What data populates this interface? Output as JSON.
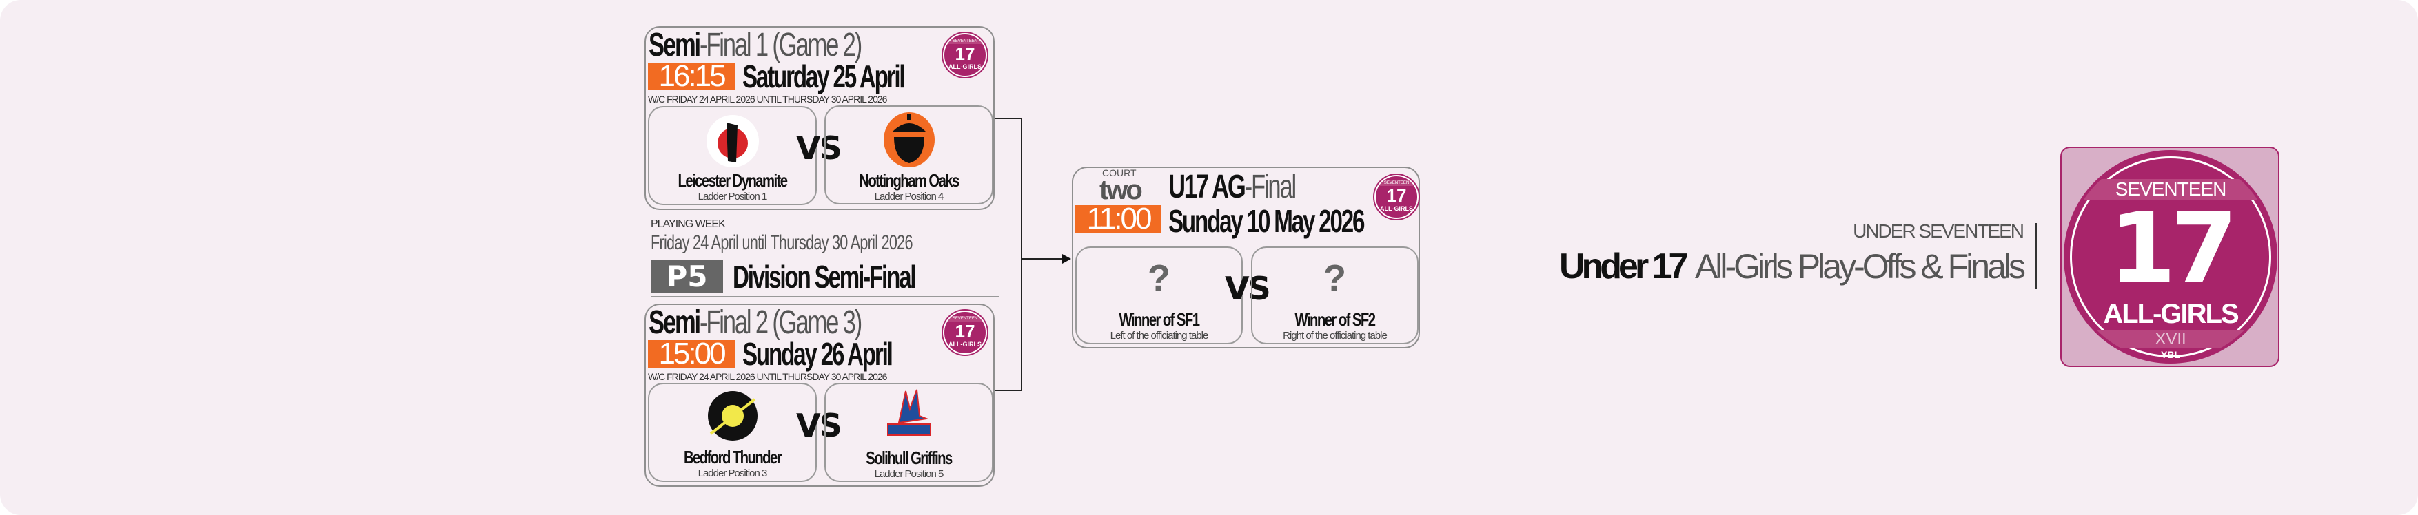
{
  "semi1": {
    "title_bold": "Semi",
    "title_light": "-Final 1 (Game 2)",
    "time": "16:15",
    "date": "Saturday 25 April",
    "week": "W/C FRIDAY 24 APRIL 2026 UNTIL THURSDAY 30 APRIL 2026",
    "home": {
      "name": "Leicester Dynamite",
      "position": "Ladder Position 1"
    },
    "away": {
      "name": "Nottingham Oaks",
      "position": "Ladder Position 4"
    }
  },
  "middle": {
    "label": "PLAYING WEEK",
    "dates": "Friday 24 April until Thursday 30 April 2026",
    "badge": "P5",
    "stage": "Division Semi-Final"
  },
  "semi2": {
    "title_bold": "Semi",
    "title_light": "-Final 2 (Game 3)",
    "time": "15:00",
    "date": "Sunday 26 April",
    "week": "W/C FRIDAY 24 APRIL 2026 UNTIL THURSDAY 30 APRIL 2026",
    "home": {
      "name": "Bedford Thunder",
      "position": "Ladder Position 3"
    },
    "away": {
      "name": "Solihull Griffins",
      "position": "Ladder Position 5"
    }
  },
  "final": {
    "court_label": "COURT",
    "court": "two",
    "title_bold": "U17 AG",
    "title_light": "-Final",
    "time": "11:00",
    "date": "Sunday 10 May 2026",
    "home": {
      "mark": "?",
      "name": "Winner of SF1",
      "note": "Left of the officiating table"
    },
    "away": {
      "mark": "?",
      "name": "Winner of SF2",
      "note": "Right of the officiating table"
    }
  },
  "vs": "VS",
  "badge": {
    "top": "SEVENTEEN",
    "number": "17",
    "bottom": "ALL-GIRLS",
    "roman": "XVII",
    "brand": "YBL"
  },
  "heading": {
    "sub": "UNDER SEVENTEEN",
    "bold": "Under 17",
    "light": "All-Girls Play-Offs & Finals"
  },
  "colors": {
    "accent": "#f26b22",
    "brand": "#a8246a",
    "background": "#f6eef3"
  }
}
